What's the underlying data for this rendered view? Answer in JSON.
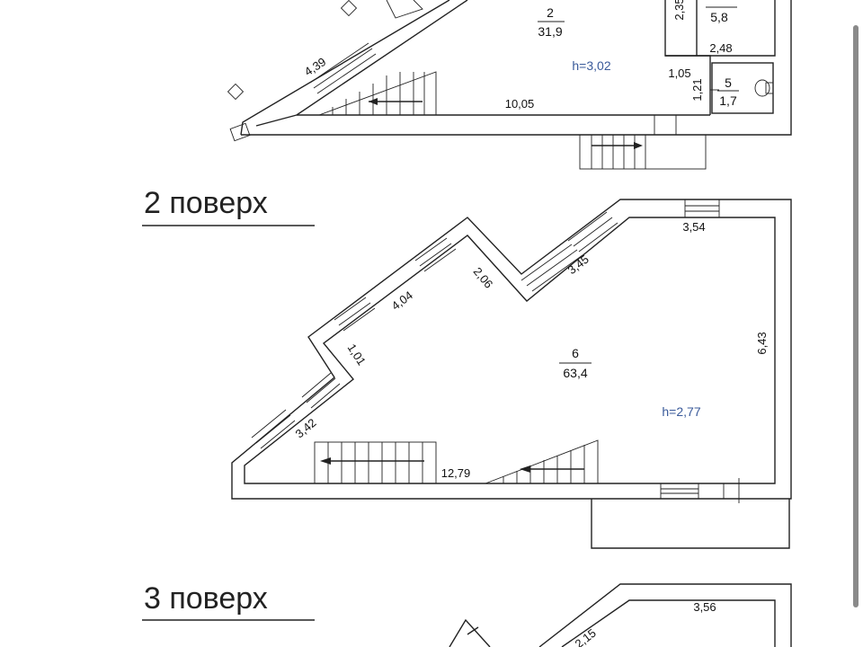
{
  "floors": [
    {
      "title": "",
      "rooms": [
        {
          "number": "2",
          "area": "31,9"
        },
        {
          "number": "",
          "area": "5,8"
        },
        {
          "number": "5",
          "area": "1,7"
        }
      ],
      "height": "h=3,02",
      "dims": [
        "4,39",
        "10,05",
        "2,35",
        "2,48",
        "1,05",
        "1,21"
      ]
    },
    {
      "title": "2 поверх",
      "rooms": [
        {
          "number": "6",
          "area": "63,4"
        }
      ],
      "height": "h=2,77",
      "dims": [
        "3,54",
        "3,45",
        "2,06",
        "4,04",
        "1,01",
        "3,42",
        "6,43",
        "12,79"
      ]
    },
    {
      "title": "3 поверх",
      "dims": [
        "3,56",
        "2,15"
      ]
    }
  ]
}
